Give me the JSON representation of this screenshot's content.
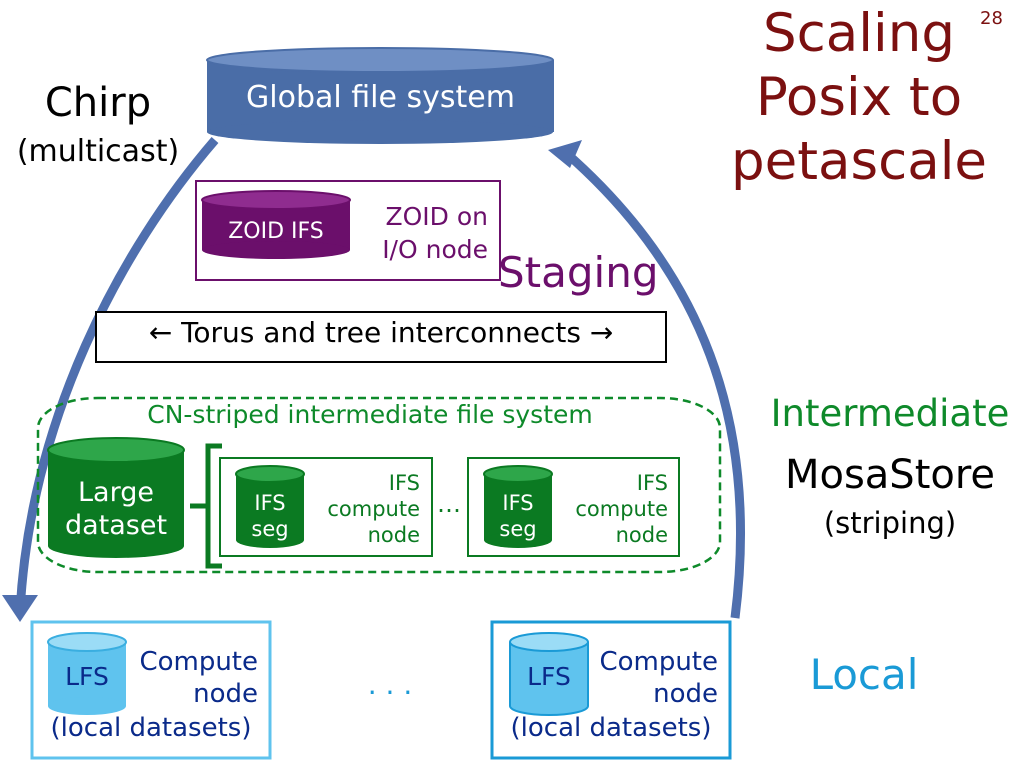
{
  "slide": {
    "page_number": "28",
    "title_lines": [
      "Scaling",
      "Posix to",
      "petascale"
    ]
  },
  "global_fs": {
    "label": "Global file system"
  },
  "chirp": {
    "title": "Chirp",
    "subtitle": "(multicast)"
  },
  "zoid": {
    "cylinder_label": "ZOID IFS",
    "text_lines": [
      "ZOID on",
      "I/O node"
    ]
  },
  "staging": {
    "label": "Staging"
  },
  "torus": {
    "label": "← Torus and tree interconnects →"
  },
  "intermediate_fs": {
    "label": "CN-striped intermediate file system",
    "large_dataset_lines": [
      "Large",
      "dataset"
    ],
    "ellipsis": "…",
    "nodes": [
      {
        "seg_lines": [
          "IFS",
          "seg"
        ],
        "text_lines": [
          "IFS",
          "compute",
          "node"
        ]
      },
      {
        "seg_lines": [
          "IFS",
          "seg"
        ],
        "text_lines": [
          "IFS",
          "compute",
          "node"
        ]
      }
    ]
  },
  "tiers": {
    "intermediate": "Intermediate",
    "mosastore": "MosaStore",
    "striping": "(striping)",
    "local": "Local"
  },
  "local_nodes": {
    "ellipsis": ". . .",
    "nodes": [
      {
        "cylinder_label": "LFS",
        "text_lines": [
          "Compute",
          "node"
        ],
        "sub": "(local datasets)"
      },
      {
        "cylinder_label": "LFS",
        "text_lines": [
          "Compute",
          "node"
        ],
        "sub": "(local datasets)"
      }
    ]
  },
  "colors": {
    "title": "#7b1010",
    "global_fs_fill": "#4a6da7",
    "arrow": "#4f6fae",
    "zoid": "#6b0f6b",
    "green": "#0e8a2a",
    "dark_green": "#0b7a22",
    "local_blue": "#1a9ad6",
    "lfs_fill": "#5fc3ee"
  }
}
